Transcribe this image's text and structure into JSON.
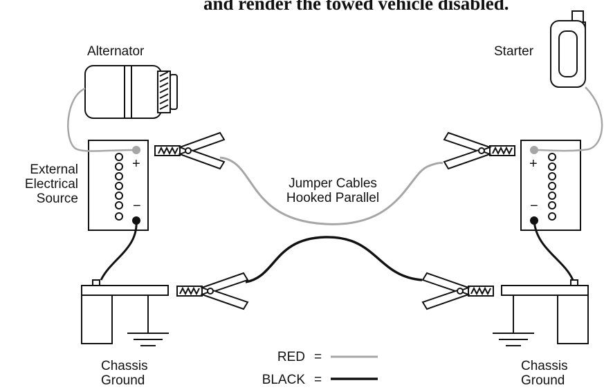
{
  "title_fragment": "and render the towed vehicle disabled.",
  "labels": {
    "alternator": "Alternator",
    "starter": "Starter",
    "external_line1": "External",
    "external_line2": "Electrical",
    "external_line3": "Source",
    "jumper_line1": "Jumper Cables",
    "jumper_line2": "Hooked Parallel",
    "chassis_left_line1": "Chassis",
    "chassis_left_line2": "Ground",
    "chassis_right_line1": "Chassis",
    "chassis_right_line2": "Ground"
  },
  "terminals": {
    "positive": "+",
    "negative": "−"
  },
  "legend": {
    "items": [
      {
        "label": "RED",
        "equals": "=",
        "color": "#a6a6a6"
      },
      {
        "label": "BLACK",
        "equals": "=",
        "color": "#111111"
      }
    ]
  },
  "colors": {
    "red_cable": "#a6a6a6",
    "black_cable": "#111111"
  }
}
